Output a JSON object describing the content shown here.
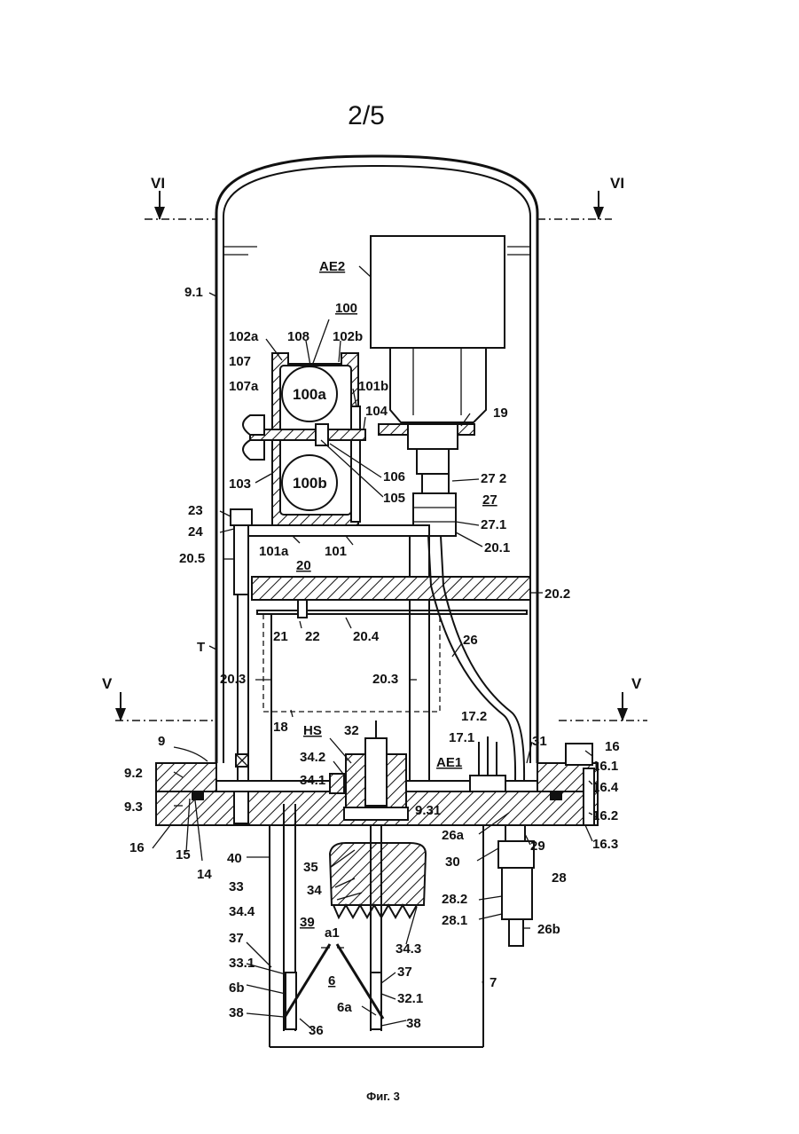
{
  "sheet": {
    "page_number": "2/5",
    "caption": "Фиг. 3"
  },
  "sections": {
    "top_left": "VI",
    "top_right": "VI",
    "mid_left": "V",
    "mid_right": "V"
  },
  "labels": {
    "ae2": "AE2",
    "l91": "9.1",
    "l100": "100",
    "l102a": "102a",
    "l108": "108",
    "l102b": "102b",
    "l107": "107",
    "l107a": "107a",
    "l100a": "100a",
    "l101b": "101b",
    "l104": "104",
    "l19": "19",
    "l106": "106",
    "l105": "105",
    "l103": "103",
    "l100b": "100b",
    "l272": "27 2",
    "l27": "27",
    "l271": "27.1",
    "l201": "20.1",
    "l23": "23",
    "l24": "24",
    "l205": "20.5",
    "l101a": "101a",
    "l101": "101",
    "l20": "20",
    "l202": "20.2",
    "l21": "21",
    "l22": "22",
    "l204": "20.4",
    "l26": "26",
    "lT": "T",
    "l203a": "20.3",
    "l203b": "20.3",
    "l18": "18",
    "l172": "17.2",
    "l171": "17.1",
    "l9": "9",
    "lhs": "HS",
    "l32": "32",
    "l342": "34.2",
    "l341": "34.1",
    "lae1": "AE1",
    "l31": "31",
    "l16a": "16",
    "l161": "16.1",
    "l164": "16.4",
    "l92": "9.2",
    "l93": "9.3",
    "l931": "9.31",
    "l162": "16.2",
    "l26a": "26a",
    "l29": "29",
    "l163": "16.3",
    "l16b": "16",
    "l15": "15",
    "l14": "14",
    "l40": "40",
    "l35": "35",
    "l30": "30",
    "l28": "28",
    "l33": "33",
    "l34": "34",
    "l282": "28.2",
    "l281": "28.1",
    "l344": "34.4",
    "l39": "39",
    "l343": "34.3",
    "l26b": "26b",
    "la1": "a1",
    "l37a": "37",
    "l331": "33.1",
    "l37b": "37",
    "l6": "6",
    "l321": "32.1",
    "l7": "7",
    "l6b": "6b",
    "l6a": "6a",
    "l38a": "38",
    "l36": "36",
    "l38b": "38"
  }
}
